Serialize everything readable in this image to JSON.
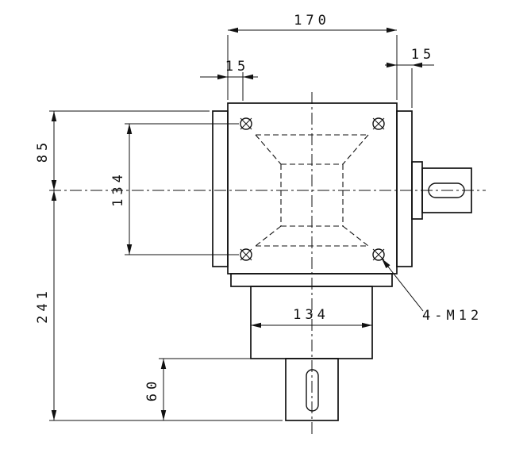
{
  "drawing": {
    "background": "#ffffff",
    "line_color": "#111111",
    "dimensions": {
      "housing_width": "170",
      "flange_offset_left": "15",
      "flange_offset_right": "15",
      "center_height": "85",
      "bolt_spacing_vertical": "134",
      "overall_height_below_center": "241",
      "base_width": "134",
      "shaft_extension": "60",
      "mounting_holes_callout": "4-M12"
    }
  }
}
